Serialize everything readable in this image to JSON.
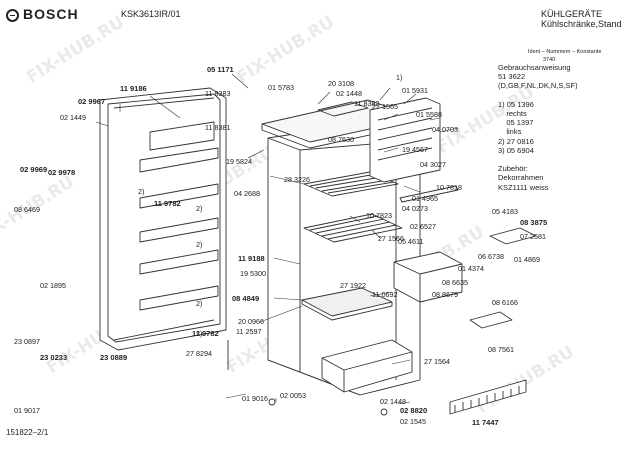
{
  "header": {
    "brand": "BOSCH",
    "model": "KSK3613IR/01",
    "category": "KÜHLGERÄTE",
    "subcategory": "Kühlschränke,Stand"
  },
  "info_block": {
    "ident_line": "Ident – Nummern – Konstante",
    "ident_number": "3740",
    "lines": [
      "Gebrauchsanweisung",
      "51 3622",
      "(D,GB,F,NL,DK,N,S,SF)",
      "",
      "1) 05 1396",
      "    rechts",
      "    05 1397",
      "    links",
      "2) 27 0816",
      "3) 05 6904",
      "",
      "Zubehör:",
      "Dekorrahmen",
      "KSZ1111 weiss"
    ]
  },
  "drawing_number": "151822–2/1",
  "watermark": "FIX-HUB.RU",
  "parts": [
    {
      "text": "05 1171",
      "bold": true
    },
    {
      "text": "11 9186",
      "bold": true
    },
    {
      "text": "11 8383",
      "bold": false
    },
    {
      "text": "01 5783",
      "bold": false
    },
    {
      "text": "20 3108",
      "bold": false
    },
    {
      "text": "02 1448",
      "bold": false
    },
    {
      "text": "01 5931",
      "bold": false
    },
    {
      "text": "1)",
      "bold": false
    },
    {
      "text": "11 8382",
      "bold": false
    },
    {
      "text": "02 9967",
      "bold": true
    },
    {
      "text": "02 1449",
      "bold": false
    },
    {
      "text": "27 1565",
      "bold": false
    },
    {
      "text": "01 5588",
      "bold": false
    },
    {
      "text": "11 8381",
      "bold": false
    },
    {
      "text": "04 0703",
      "bold": false
    },
    {
      "text": "08 7630",
      "bold": false
    },
    {
      "text": "19 5824",
      "bold": false
    },
    {
      "text": "19 4567",
      "bold": false
    },
    {
      "text": "02 9969",
      "bold": true
    },
    {
      "text": "02 9978",
      "bold": true
    },
    {
      "text": "28 3226",
      "bold": false
    },
    {
      "text": "04 3027",
      "bold": false
    },
    {
      "text": "2)",
      "bold": false
    },
    {
      "text": "04 2688",
      "bold": false
    },
    {
      "text": "10 7818",
      "bold": false
    },
    {
      "text": "08 6469",
      "bold": false
    },
    {
      "text": "11 9782",
      "bold": true
    },
    {
      "text": "01 4965",
      "bold": false
    },
    {
      "text": "04 0273",
      "bold": false
    },
    {
      "text": "10 7823",
      "bold": false
    },
    {
      "text": "05 4183",
      "bold": false
    },
    {
      "text": "2)",
      "bold": false
    },
    {
      "text": "02 6527",
      "bold": false
    },
    {
      "text": "08 3875",
      "bold": true
    },
    {
      "text": "27 1566",
      "bold": false
    },
    {
      "text": "05 4611",
      "bold": false
    },
    {
      "text": "07 2581",
      "bold": false
    },
    {
      "text": "2)",
      "bold": false
    },
    {
      "text": "11 9188",
      "bold": true
    },
    {
      "text": "06 6738",
      "bold": false
    },
    {
      "text": "01 4869",
      "bold": false
    },
    {
      "text": "01 4374",
      "bold": false
    },
    {
      "text": "19 5300",
      "bold": false
    },
    {
      "text": "27 1922",
      "bold": false
    },
    {
      "text": "02 1895",
      "bold": false
    },
    {
      "text": "08 6635",
      "bold": false
    },
    {
      "text": "08 4849",
      "bold": true
    },
    {
      "text": "11 0692",
      "bold": false
    },
    {
      "text": "08 8679",
      "bold": false
    },
    {
      "text": "2)",
      "bold": false
    },
    {
      "text": "08 6166",
      "bold": false
    },
    {
      "text": "2)",
      "bold": false
    },
    {
      "text": "20 0966",
      "bold": false
    },
    {
      "text": "11 2597",
      "bold": false
    },
    {
      "text": "23 0897",
      "bold": false
    },
    {
      "text": "11 9782",
      "bold": true
    },
    {
      "text": "08 7561",
      "bold": false
    },
    {
      "text": "27 8294",
      "bold": false
    },
    {
      "text": "23 0233",
      "bold": true
    },
    {
      "text": "23 0889",
      "bold": true
    },
    {
      "text": "27 1564",
      "bold": false
    },
    {
      "text": "01 9016",
      "bold": false
    },
    {
      "text": "02 0053",
      "bold": false
    },
    {
      "text": "01 9017",
      "bold": false
    },
    {
      "text": "02 1448",
      "bold": false
    },
    {
      "text": "02 8820",
      "bold": true
    },
    {
      "text": "02 1545",
      "bold": false
    },
    {
      "text": "11 7447",
      "bold": true
    }
  ]
}
